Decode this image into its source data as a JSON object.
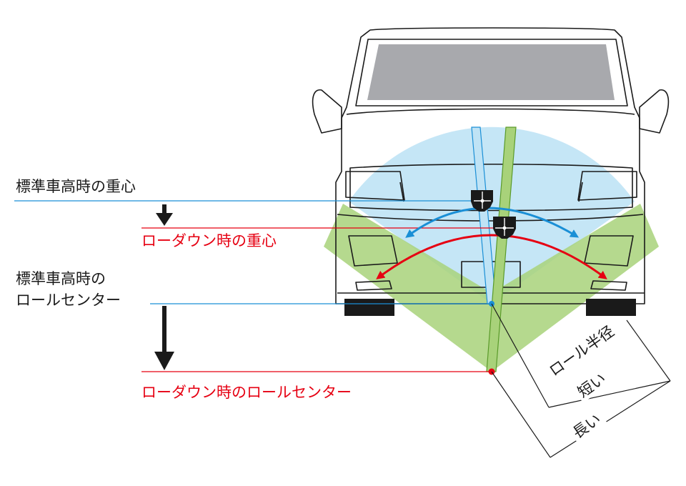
{
  "labels": {
    "std_cog": "標準車高時の重心",
    "low_cog": "ローダウン時の重心",
    "std_rc_line1": "標準車高時の",
    "std_rc_line2": "ロールセンター",
    "low_rc": "ローダウン時のロールセンター",
    "roll_radius": "ロール半径",
    "short": "短い",
    "long": "長い"
  },
  "colors": {
    "standard": "#1a8fd6",
    "lowdown": "#e60012",
    "standard_zone": "#bfe3f5",
    "lowdown_zone": "#a8d27a",
    "text": "#1a1a1a",
    "tire": "#1a1a1a",
    "windshield": "#a8a9ad"
  },
  "icons": {
    "arrow": "down-arrow-icon",
    "cog": "center-of-gravity-icon"
  }
}
